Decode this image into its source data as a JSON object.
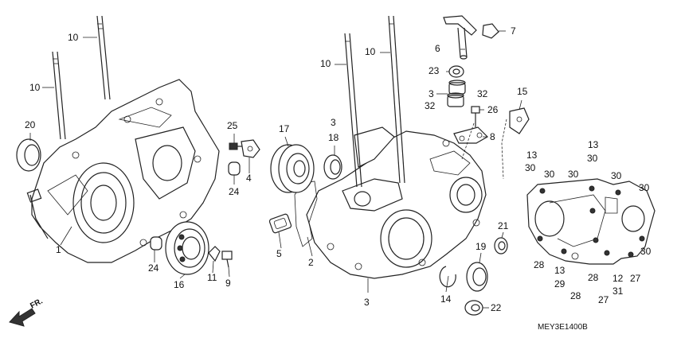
{
  "diagram": {
    "code": "MEY3E1400B",
    "front_marker": "FR.",
    "labels": [
      "10",
      "10",
      "20",
      "1",
      "25",
      "24",
      "4",
      "24",
      "16",
      "11",
      "9",
      "17",
      "3",
      "18",
      "10",
      "10",
      "5",
      "2",
      "3",
      "6",
      "7",
      "23",
      "3",
      "32",
      "32",
      "26",
      "15",
      "8",
      "13",
      "30",
      "30",
      "30",
      "13",
      "30",
      "30",
      "30",
      "21",
      "19",
      "14",
      "22",
      "28",
      "13",
      "29",
      "28",
      "28",
      "27",
      "12",
      "31",
      "27",
      "30"
    ]
  }
}
